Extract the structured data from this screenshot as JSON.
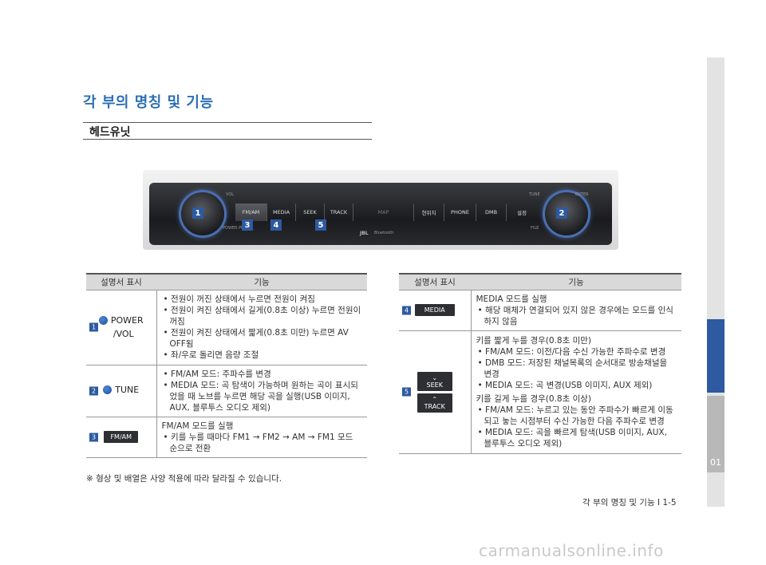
{
  "section_title": "각 부의 명칭 및 기능",
  "sub_title": "헤드유닛",
  "side_tab": "01",
  "head_unit": {
    "buttons": [
      "FM/AM",
      "MEDIA",
      "SEEK",
      "TRACK",
      "MAP",
      "현위치",
      "PHONE",
      "DMB",
      "설정"
    ],
    "vol_label": "VOL",
    "power_label": "POWER PUSH",
    "tune_label": "TUNE",
    "enter_label": "ENTER",
    "file_label": "FILE",
    "jbl_label": "JBL",
    "bluetooth_label": "Bluetooth",
    "badges": [
      "1",
      "2",
      "3",
      "4",
      "5"
    ]
  },
  "left_table": {
    "headers": [
      "설명서 표시",
      "기능"
    ],
    "rows": [
      {
        "badge": "1",
        "label": "POWER /VOL",
        "label_line1": "POWER",
        "label_line2": "/VOL",
        "items": [
          "전원이 꺼진 상태에서 누르면 전원이 켜짐",
          "전원이 켜진 상태에서 길게(0.8초 이상) 누르면 전원이 꺼짐",
          "전원이 켜진 상태에서 짧게(0.8초 미만) 누르면 AV OFF됨",
          "좌/우로 돌리면 음량 조절"
        ]
      },
      {
        "badge": "2",
        "label": "TUNE",
        "items": [
          "FM/AM 모드: 주파수를 변경",
          "MEDIA 모드: 곡 탐색이 가능하며 원하는 곡이 표시되었을 때 노브를 누르면 해당 곡을 실행(USB 이미지, AUX, 블루투스 오디오 제외)"
        ]
      },
      {
        "badge": "3",
        "label": "FM/AM",
        "intro": "FM/AM 모드를 실행",
        "items": [
          "키를 누를 때마다 FM1 → FM2 → AM → FM1 모드 순으로 전환"
        ]
      }
    ]
  },
  "right_table": {
    "headers": [
      "설명서 표시",
      "기능"
    ],
    "rows": [
      {
        "badge": "4",
        "label": "MEDIA",
        "intro": "MEDIA 모드를 실행",
        "items": [
          "해당 매체가 연결되어 있지 않은 경우에는 모드를 인식하지 않음"
        ]
      },
      {
        "badge": "5",
        "label_top": "SEEK",
        "label_bottom": "TRACK",
        "intro1": "키를 짧게 누를 경우(0.8초 미만)",
        "items1": [
          "FM/AM 모드: 이전/다음 수신 가능한 주파수로 변경",
          "DMB 모드: 저장된 채널목록의 순서대로 방송채널을 변경",
          "MEDIA 모드: 곡 변경(USB 이미지, AUX 제외)"
        ],
        "intro2": "키를 길게 누를 경우(0.8초 이상)",
        "items2": [
          "FM/AM 모드: 누르고 있는 동안 주파수가 빠르게 이동되고 놓는 시점부터 수신 가능한 다음 주파수로 변경",
          "MEDIA 모드: 곡을 빠르게 탐색(USB 이미지, AUX, 블루투스 오디오 제외)"
        ]
      }
    ]
  },
  "note": "※ 형상 및 배열은 사양 적용에 따라 달라질 수 있습니다.",
  "footer": "각 부의 명칭 및 기능 I 1-5",
  "watermark": "carmanualsonline.info",
  "colors": {
    "accent": "#2d6fb5",
    "badge": "#2d5aa0",
    "header_bg": "#d9d9d9"
  }
}
